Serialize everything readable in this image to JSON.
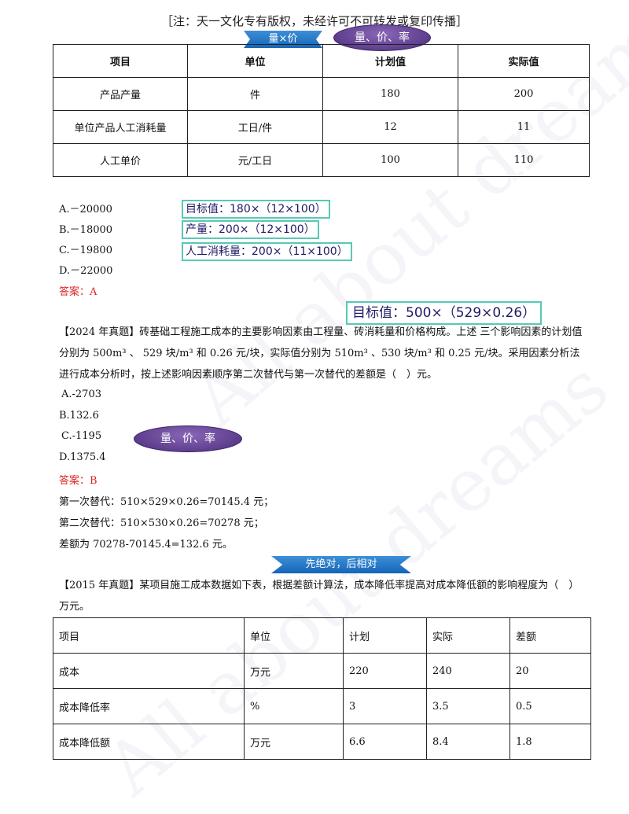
{
  "notice": "［注：天一文化专有版权，未经许可不可转发或复印传播］",
  "watermark": "All about dreams",
  "tags": {
    "ribbon1": "量×价",
    "oval1": "量、价、率",
    "oval2": "量、价、率",
    "ribbon2": "先绝对，后相对"
  },
  "table1": {
    "headers": [
      "项目",
      "单位",
      "计划值",
      "实际值"
    ],
    "rows": [
      [
        "产品产量",
        "件",
        "180",
        "200"
      ],
      [
        "单位产品人工消耗量",
        "工日/件",
        "12",
        "11"
      ],
      [
        "人工单价",
        "元/工日",
        "100",
        "110"
      ]
    ]
  },
  "q1": {
    "options": [
      "A.－20000",
      "B.－18000",
      "C.－19800",
      "D.－22000"
    ],
    "answer": "答案：A",
    "notes": [
      "目标值：180×（12×100）",
      "产量：200×（12×100）",
      "人工消耗量：200×（11×100）"
    ]
  },
  "q2": {
    "note": "目标值：500×（529×0.26）",
    "stem": "【2024 年真题】砖基础工程施工成本的主要影响因素由工程量、砖消耗量和价格构成。上述 三个影响因素的计划值分别为 500m³ 、 529 块/m³ 和 0.26 元/块，实际值分别为 510m³ 、530 块/m³ 和 0.25 元/块。采用因素分析法进行成本分析时，按上述影响因素顺序第二次替代与第一次替代的差额是（　）元。",
    "options": [
      "A.-2703",
      "B.132.6",
      "C.-1195",
      "D.1375.4"
    ],
    "answer": "答案：B",
    "solution": [
      "第一次替代：510×529×0.26=70145.4 元；",
      "第二次替代：510×530×0.26=70278 元；",
      "差额为 70278-70145.4=132.6 元。"
    ]
  },
  "q3": {
    "stem": "【2015 年真题】某项目施工成本数据如下表，根据差额计算法，成本降低率提高对成本降低额的影响程度为（　）万元。"
  },
  "table2": {
    "headers": [
      "项目",
      "单位",
      "计划",
      "实际",
      "差额"
    ],
    "rows": [
      [
        "成本",
        "万元",
        "220",
        "240",
        "20"
      ],
      [
        "成本降低率",
        "%",
        "3",
        "3.5",
        "0.5"
      ],
      [
        "成本降低额",
        "万元",
        "6.6",
        "8.4",
        "1.8"
      ]
    ]
  }
}
